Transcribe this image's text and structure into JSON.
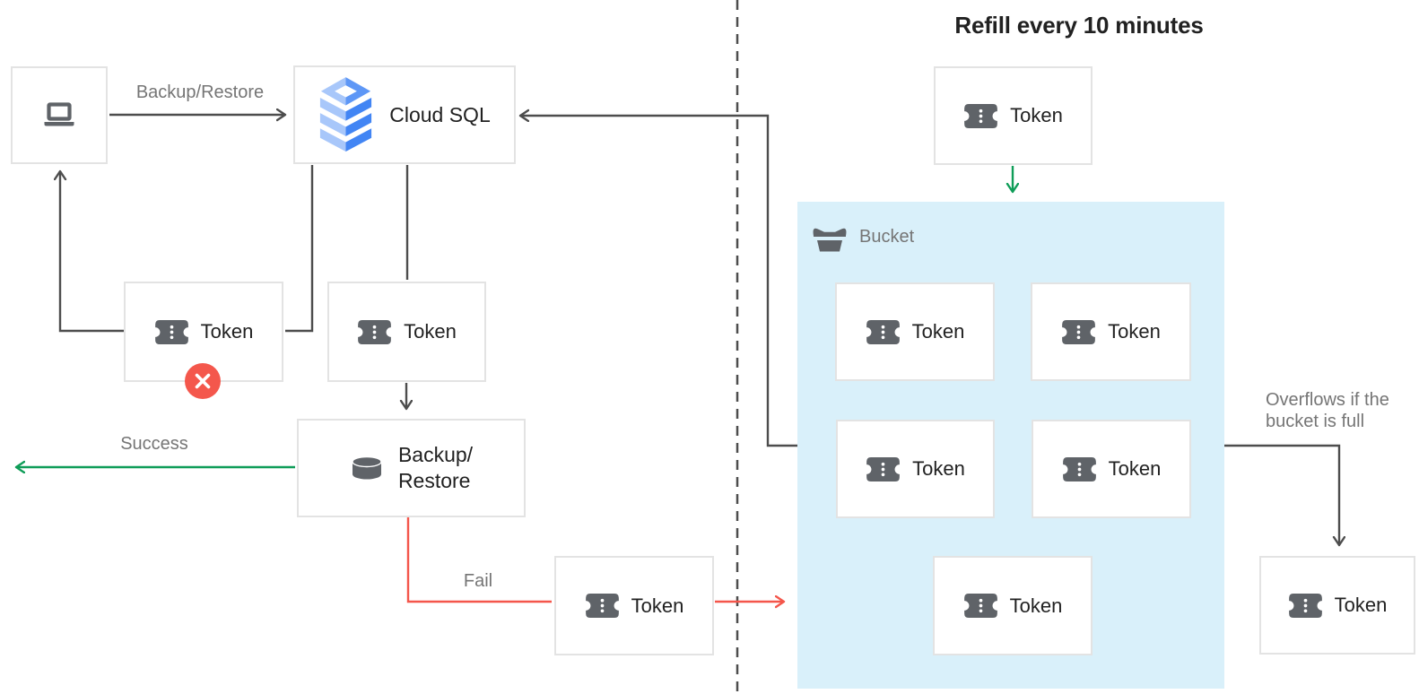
{
  "title": "Refill every 10 minutes",
  "labels": {
    "backup_restore_edge": "Backup/Restore",
    "cloud_sql": "Cloud SQL",
    "token": "Token",
    "backup_restore_line1": "Backup/",
    "backup_restore_line2": "Restore",
    "success": "Success",
    "fail": "Fail",
    "bucket": "Bucket",
    "overflow_line1": "Overflows if the",
    "overflow_line2": "bucket is full"
  },
  "colors": {
    "arrow_dark": "#4D4D4D",
    "success_green": "#0F9D58",
    "fail_red": "#F4564B",
    "badge_red": "#F4574C",
    "bucket_fill": "#D9F0FA",
    "box_border": "#E3E3E3",
    "icon_gray": "#5F6368",
    "label_gray": "#757575",
    "text_dark": "#212121",
    "sql_blue_light": "#A8C7FA",
    "sql_blue_mid": "#5E97F6",
    "sql_blue_dark": "#4285F4"
  }
}
